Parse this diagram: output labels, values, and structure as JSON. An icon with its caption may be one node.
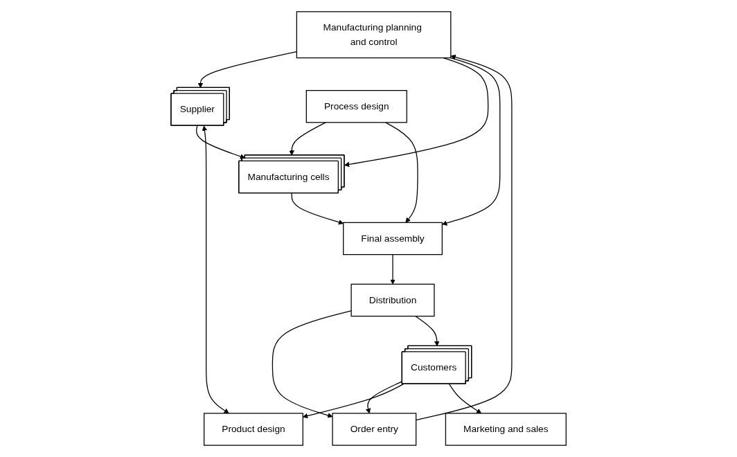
{
  "diagram": {
    "nodes": [
      {
        "text": [
          "Manufacturing planning and control"
        ]
      },
      {
        "text": [
          "Order entry"
        ]
      },
      {
        "text": [
          "Supplier"
        ]
      },
      {
        "text": [
          "Manufacturing cells"
        ]
      },
      {
        "text": [
          "Final assembly"
        ]
      },
      {
        "text": [
          "Distribution"
        ]
      },
      {
        "text": [
          "Customers"
        ]
      },
      {
        "text": [
          "Process design"
        ]
      },
      {
        "text": [
          "Product design"
        ]
      },
      {
        "text": [
          "Marketing and sales"
        ]
      }
    ],
    "edges": [
      {
        "from": 1,
        "to": 0,
        "arrow": "to"
      },
      {
        "from": 0,
        "to": 2,
        "arrow": "to"
      },
      {
        "from": 0,
        "to": 3,
        "arrow": "to"
      },
      {
        "from": 0,
        "to": 4,
        "arrow": "to"
      },
      {
        "from": 2,
        "to": 3,
        "arrow": "to"
      },
      {
        "from": 3,
        "to": 4,
        "arrow": "to"
      },
      {
        "from": 4,
        "to": 5,
        "arrow": "to"
      },
      {
        "from": 5,
        "to": 1,
        "arrow": "to"
      },
      {
        "from": 5,
        "to": 6,
        "arrow": "to"
      },
      {
        "from": 6,
        "to": 1,
        "arrow": "to"
      },
      {
        "from": 7,
        "to": 3,
        "arrow": "to"
      },
      {
        "from": 7,
        "to": 4,
        "arrow": "to"
      },
      {
        "from": 2,
        "to": 8,
        "arrow": "both"
      },
      {
        "from": 6,
        "to": 8,
        "arrow": "to"
      },
      {
        "from": 6,
        "to": 9,
        "arrow": "to"
      }
    ]
  }
}
